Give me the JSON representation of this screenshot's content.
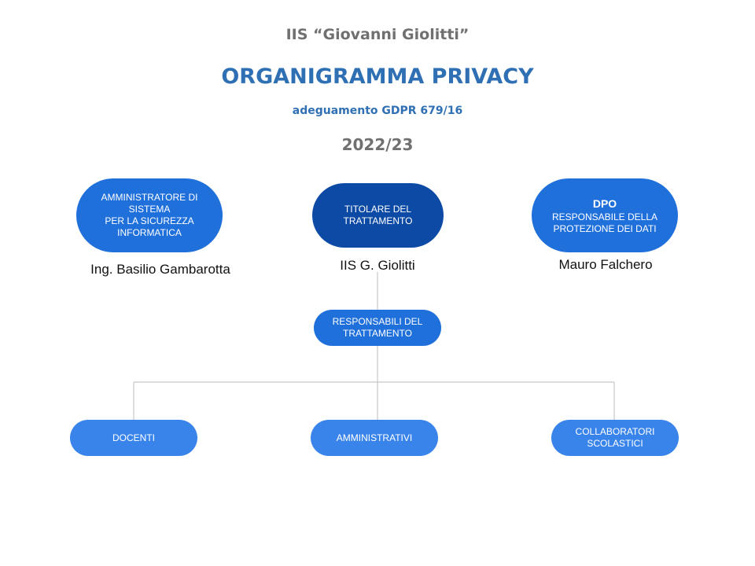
{
  "header": {
    "school": "IIS “Giovanni Giolitti”",
    "title": "ORGANIGRAMMA PRIVACY",
    "subtitle": "adeguamento GDPR 679/16",
    "year": "2022/23"
  },
  "nodes": {
    "admin": {
      "lines": [
        "AMMINISTRATORE DI",
        "SISTEMA",
        "PER LA SICUREZZA",
        "INFORMATICA"
      ],
      "person": "Ing. Basilio Gambarotta"
    },
    "titolare": {
      "lines": [
        "TITOLARE DEL",
        "TRATTAMENTO"
      ],
      "person": "IIS G. Giolitti"
    },
    "dpo": {
      "heading": "DPO",
      "lines": [
        "RESPONSABILE DELLA",
        "PROTEZIONE DEI DATI"
      ],
      "person": "Mauro Falchero"
    },
    "responsabili": {
      "lines": [
        "RESPONSABILI DEL",
        "TRATTAMENTO"
      ]
    },
    "docenti": {
      "lines": [
        "DOCENTI"
      ]
    },
    "amministrativi": {
      "lines": [
        "AMMINISTRATIVI"
      ]
    },
    "collaboratori": {
      "lines": [
        "COLLABORATORI",
        "SCOLASTICI"
      ]
    }
  },
  "colors": {
    "title_blue": "#2f70b4",
    "heading_gray": "#707070",
    "node_blue": "#2070dc",
    "node_dark_blue": "#0c4aa5",
    "node_light_blue": "#3984eb",
    "connector_gray": "#cccccc"
  }
}
